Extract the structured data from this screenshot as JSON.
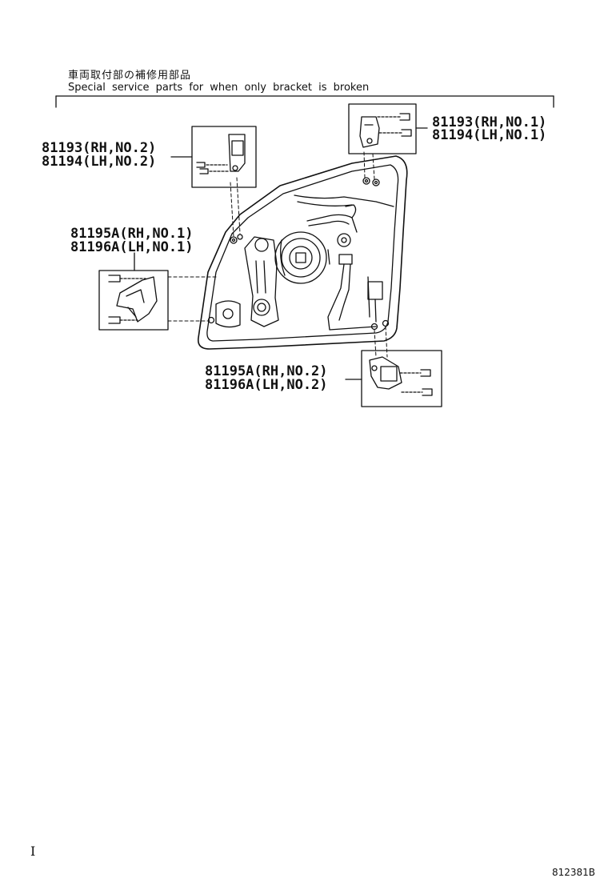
{
  "header": {
    "japanese": "車両取付部の補修用部品",
    "english": "Special service parts for when only bracket is broken"
  },
  "callouts": {
    "top_right": {
      "line1": "81193(RH,NO.1)",
      "line2": "81194(LH,NO.1)"
    },
    "top_left": {
      "line1": "81193(RH,NO.2)",
      "line2": "81194(LH,NO.2)"
    },
    "mid_left": {
      "line1": "81195A(RH,NO.1)",
      "line2": "81196A(LH,NO.1)"
    },
    "bottom": {
      "line1": "81195A(RH,NO.2)",
      "line2": "81196A(LH,NO.2)"
    }
  },
  "footer": {
    "corner_mark": "I",
    "diagram_code": "812381B"
  }
}
